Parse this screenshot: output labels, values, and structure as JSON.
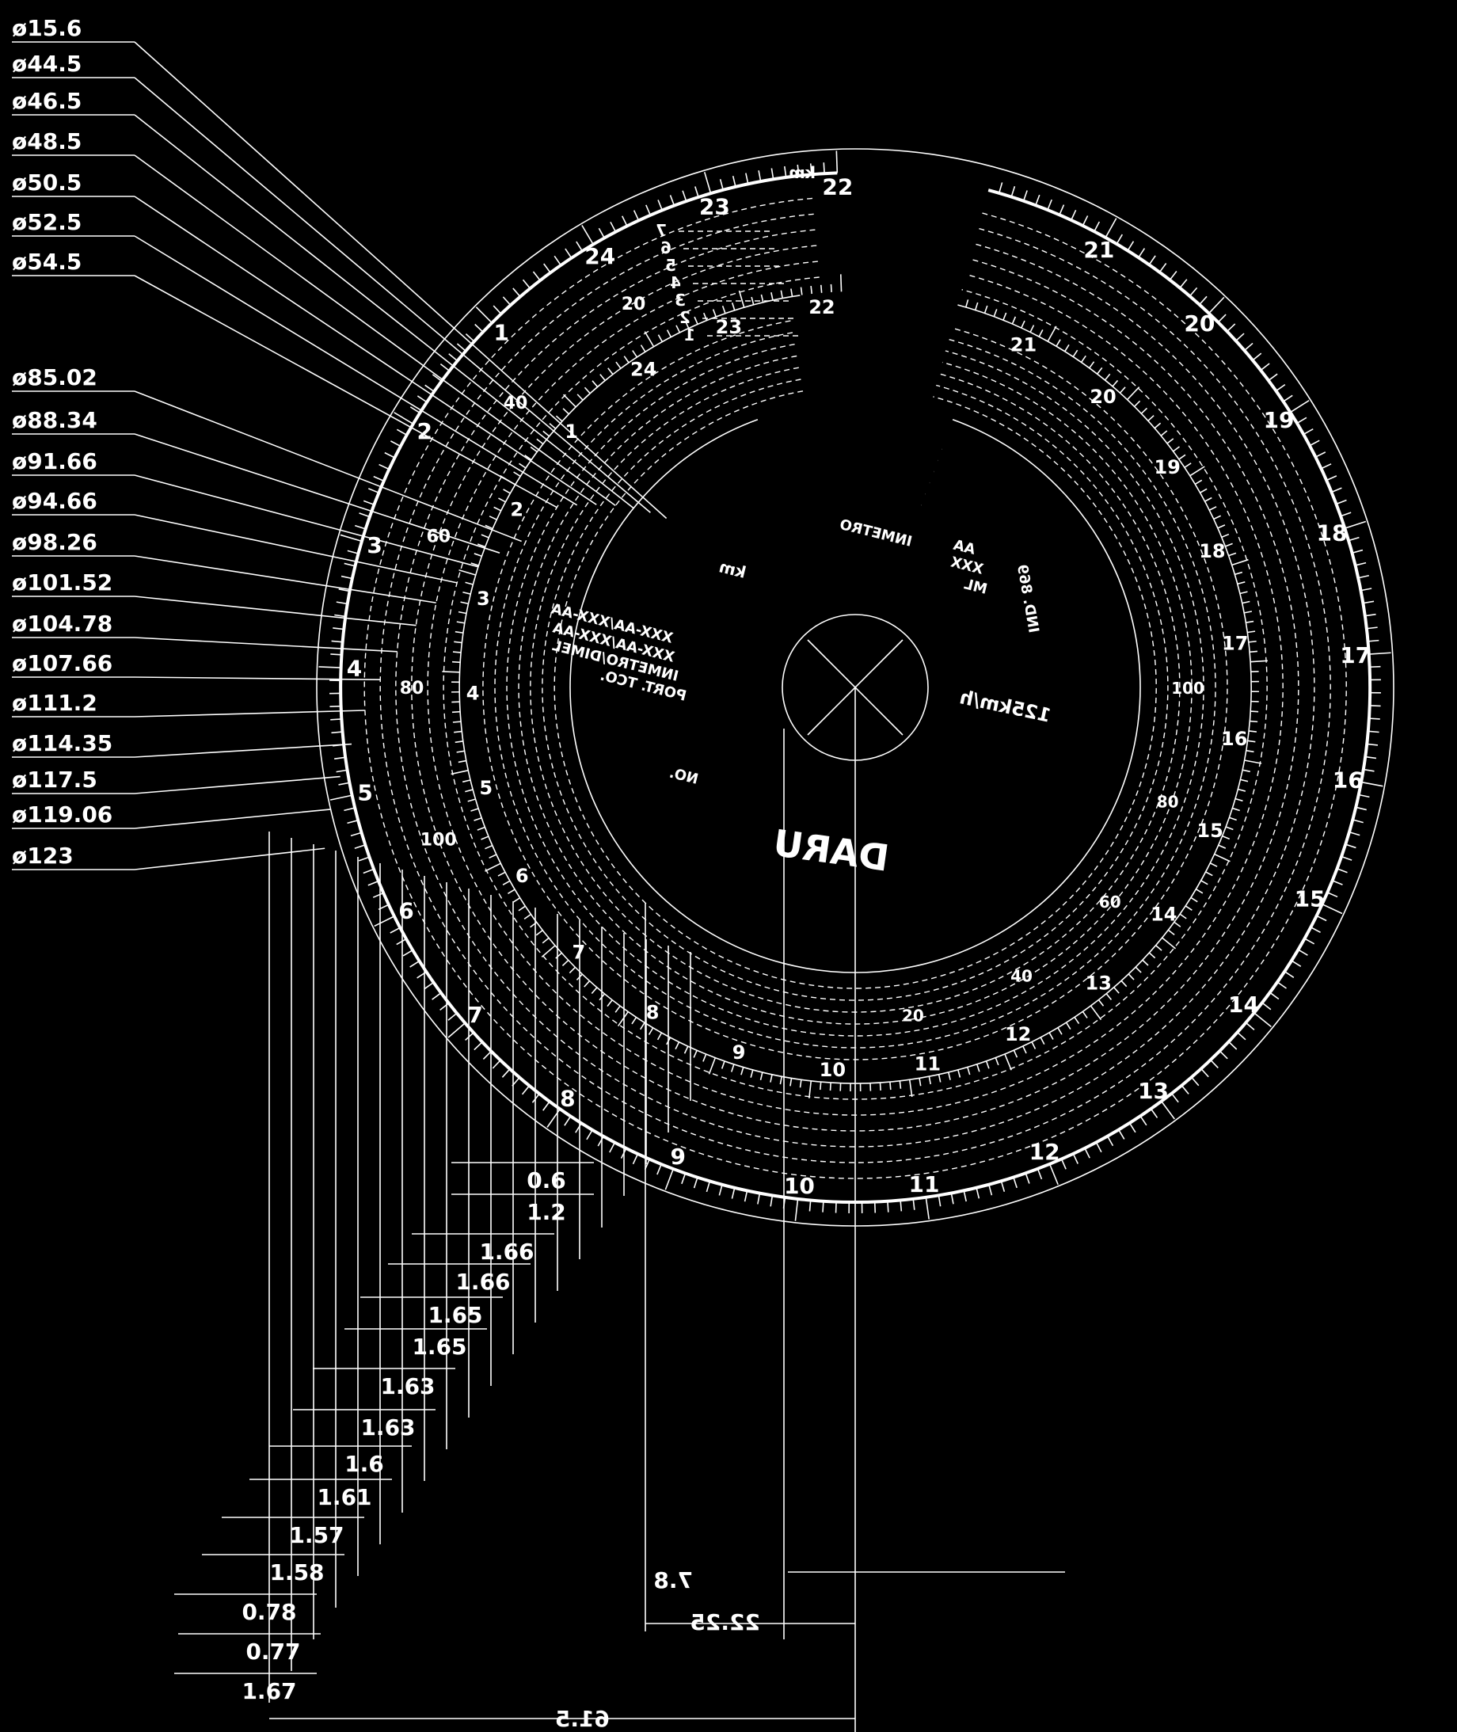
{
  "diameter_callouts": [
    "ø15.6",
    "ø44.5",
    "ø46.5",
    "ø48.5",
    "ø50.5",
    "ø52.5",
    "ø54.5",
    "ø85.02",
    "ø88.34",
    "ø91.66",
    "ø94.66",
    "ø98.26",
    "ø101.52",
    "ø104.78",
    "ø107.66",
    "ø111.2",
    "ø114.35",
    "ø117.5",
    "ø119.06",
    "ø123"
  ],
  "step_dimensions": [
    "0.6",
    "1.2",
    "1.66",
    "1.66",
    "1.65",
    "1.65",
    "1.63",
    "1.63",
    "1.6",
    "1.61",
    "1.57",
    "1.58",
    "0.78",
    "0.77",
    "1.67"
  ],
  "overall_dimensions": [
    "7.8",
    "22.25",
    "61.5"
  ],
  "outer_hour_labels": [
    "22",
    "23",
    "24",
    "1",
    "2",
    "3",
    "4",
    "5",
    "6",
    "7",
    "8",
    "9",
    "10",
    "11",
    "12",
    "13",
    "14",
    "15",
    "16",
    "17",
    "18",
    "19",
    "20",
    "21"
  ],
  "inner_hour_labels": [
    "22",
    "23",
    "24",
    "1",
    "2",
    "3",
    "4",
    "5",
    "6",
    "7",
    "8",
    "9",
    "10",
    "11",
    "12",
    "13",
    "14",
    "15",
    "16",
    "17",
    "18",
    "19",
    "20",
    "21"
  ],
  "speed_labels": [
    "20",
    "40",
    "60",
    "80",
    "100"
  ],
  "km_column": {
    "header": "km",
    "digits": [
      "1",
      "2",
      "3",
      "4",
      "5",
      "6",
      "7"
    ]
  },
  "center_text": {
    "brand": "DARU",
    "speed_max": "125km/h",
    "approval_lines": [
      "PORT. TCO.",
      "INMETRO/DIMEL",
      "XXX-AA/XXX-AA",
      "XXX-AA/XXX-AA"
    ],
    "model": "IND. 869",
    "no_label": "NO.",
    "km_label": "km",
    "inmetro_block": [
      "INMETRO",
      "AA",
      "XXX",
      "ML"
    ]
  }
}
